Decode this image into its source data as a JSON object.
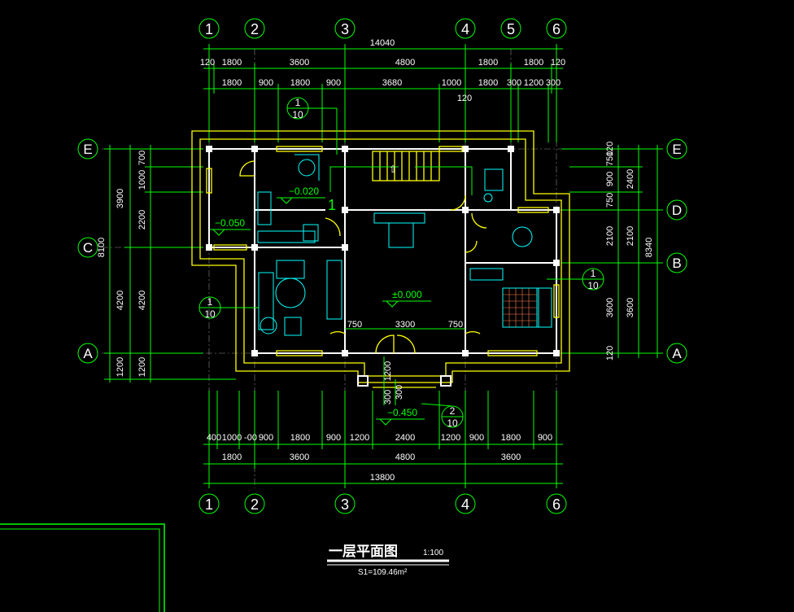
{
  "title": "一层平面图",
  "scale": "1:100",
  "area": "S1=109.46m²",
  "axes_columns": [
    "1",
    "2",
    "3",
    "4",
    "5",
    "6"
  ],
  "axes_rows": [
    "E",
    "D",
    "C",
    "B",
    "A"
  ],
  "dims_top_total": "14040",
  "dims_top_row1": [
    "120",
    "1800",
    "3600",
    "4800",
    "1800",
    "1800",
    "120"
  ],
  "dims_top_row2": [
    "1800",
    "900",
    "1800",
    "900",
    "3680",
    "1000",
    "1800",
    "300",
    "1200",
    "300"
  ],
  "dim_120_note": "120",
  "dims_bottom_row1": [
    "400",
    "1000",
    "-00",
    "900",
    "1800",
    "900",
    "1200",
    "2400",
    "1200",
    "900",
    "1800",
    "900"
  ],
  "dims_bottom_row2": [
    "1800",
    "3600",
    "4800",
    "3600"
  ],
  "dims_bottom_total": "13800",
  "dims_left_outer": [
    "3900",
    "8100",
    "4200",
    "1200"
  ],
  "dims_left_inner": [
    "700",
    "1000",
    "2200",
    "4200",
    "1200"
  ],
  "dims_right_inner": [
    "120",
    "750",
    "900",
    "2400",
    "750",
    "2100",
    "3600",
    "120"
  ],
  "dims_right_outer": [
    "2100",
    "3600",
    "8340"
  ],
  "levels": [
    "−0.020",
    "−0.050",
    "±0.000",
    "−0.450"
  ],
  "room_dims": [
    "750",
    "3300",
    "750"
  ],
  "porch_dims": [
    "1200",
    "300",
    "300"
  ],
  "section_marks": [
    {
      "num": "1",
      "den": "10"
    },
    {
      "num": "1",
      "den": "10"
    },
    {
      "num": "1",
      "den": "10"
    },
    {
      "num": "2",
      "den": "10"
    }
  ],
  "stair_mark": "1",
  "colors": {
    "background": "#000000",
    "dims": "#00ff00",
    "walls": "#ffff00",
    "furniture": "#00ffff",
    "text": "#ffffff"
  }
}
